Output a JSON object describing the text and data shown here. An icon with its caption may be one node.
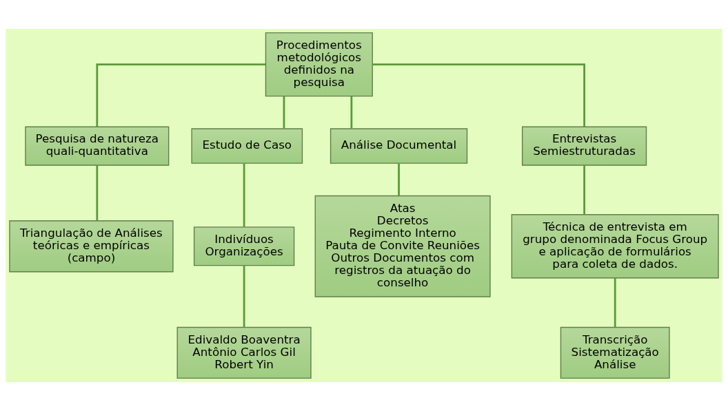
{
  "diagram": {
    "nodes": [
      {
        "text": [
          "Procedimentos metodológicos definidos na pesquisa"
        ]
      },
      {
        "text": [
          "Pesquisa de natureza",
          "quali-quantitativa"
        ]
      },
      {
        "text": [
          "Estudo de Caso"
        ]
      },
      {
        "text": [
          "Análise Documental"
        ]
      },
      {
        "text": [
          "Entrevistas Semiestruturadas"
        ]
      },
      {
        "text": [
          "Triangulação de Análises teóricas e empíricas (campo)"
        ]
      },
      {
        "text": [
          "Indivíduos",
          "Organizações"
        ]
      },
      {
        "text": [
          "Edivaldo Boaventra",
          "Antônio Carlos Gil",
          "Robert Yin"
        ]
      },
      {
        "text": [
          "Atas",
          "Decretos",
          "Regimento Interno",
          "Pauta de Convite Reuniões",
          "Outros Documentos com registros da atuação do conselho"
        ]
      },
      {
        "text": [
          "Técnica de entrevista em grupo denominada Focus Group e aplicação de formulários para coleta de dados."
        ]
      },
      {
        "text": [
          "Transcrição",
          "Sistematização",
          "Análise"
        ]
      }
    ],
    "edges": [
      {
        "from": 0,
        "to": 1,
        "arrow": "none"
      },
      {
        "from": 0,
        "to": 2,
        "arrow": "none"
      },
      {
        "from": 0,
        "to": 3,
        "arrow": "none"
      },
      {
        "from": 0,
        "to": 4,
        "arrow": "none"
      },
      {
        "from": 1,
        "to": 5,
        "arrow": "none"
      },
      {
        "from": 2,
        "to": 6,
        "arrow": "none"
      },
      {
        "from": 6,
        "to": 7,
        "arrow": "none"
      },
      {
        "from": 3,
        "to": 8,
        "arrow": "none"
      },
      {
        "from": 4,
        "to": 9,
        "arrow": "none"
      },
      {
        "from": 9,
        "to": 10,
        "arrow": "none"
      }
    ]
  }
}
